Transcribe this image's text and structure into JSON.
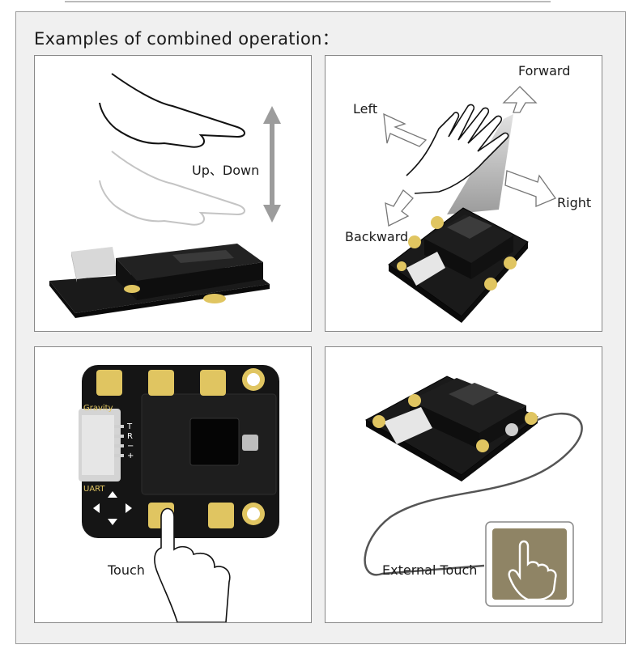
{
  "heading": "Examples of combined operation：",
  "panels": {
    "up_down": {
      "label": "Up、Down"
    },
    "directions": {
      "left": "Left",
      "forward": "Forward",
      "right": "Right",
      "backward": "Backward"
    },
    "touch": {
      "label": "Touch",
      "silkscreen_top": "Gravity",
      "silkscreen_bottom": "UART",
      "pins": [
        "T",
        "R",
        "−",
        "+"
      ]
    },
    "external": {
      "label": "External Touch"
    }
  },
  "colors": {
    "pad_gold": "#e0c561",
    "board_black": "#151515",
    "touch_box": "#8f8465",
    "arrow_gray": "#9c9c9c"
  }
}
